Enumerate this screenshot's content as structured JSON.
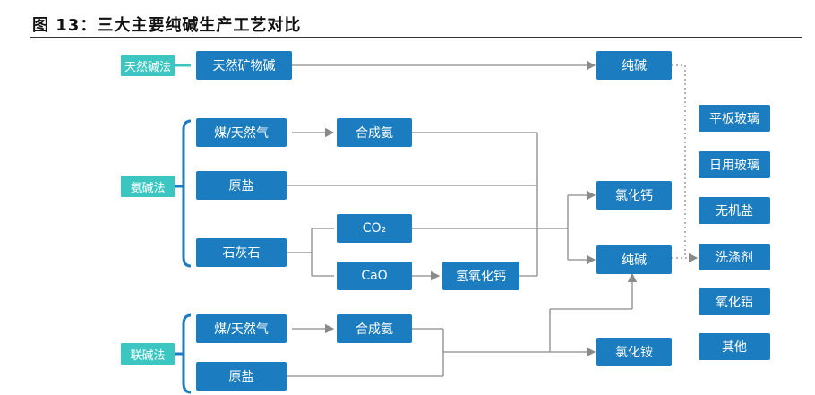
{
  "title": "图 13：三大主要纯碱生产工艺对比",
  "methods": {
    "natural": "天然碱法",
    "ammonia": "氨碱法",
    "joint": "联碱法"
  },
  "nodes": {
    "natural_mineral": "天然矿物碱",
    "coal_gas_1": "煤/天然气",
    "synth_ammonia_1": "合成氨",
    "raw_salt_1": "原盐",
    "limestone": "石灰石",
    "co2": "CO₂",
    "cao": "CaO",
    "calcium_hydroxide": "氢氧化钙",
    "soda_top": "纯碱",
    "calcium_chloride": "氯化钙",
    "soda_mid": "纯碱",
    "coal_gas_2": "煤/天然气",
    "synth_ammonia_2": "合成氨",
    "raw_salt_2": "原盐",
    "ammonium_chloride": "氯化铵"
  },
  "applications": [
    "平板玻璃",
    "日用玻璃",
    "无机盐",
    "洗涤剂",
    "氧化铝",
    "其他"
  ],
  "colors": {
    "box": "#1b7cbf",
    "method": "#3cc6c1",
    "line": "#8a8a8a"
  }
}
